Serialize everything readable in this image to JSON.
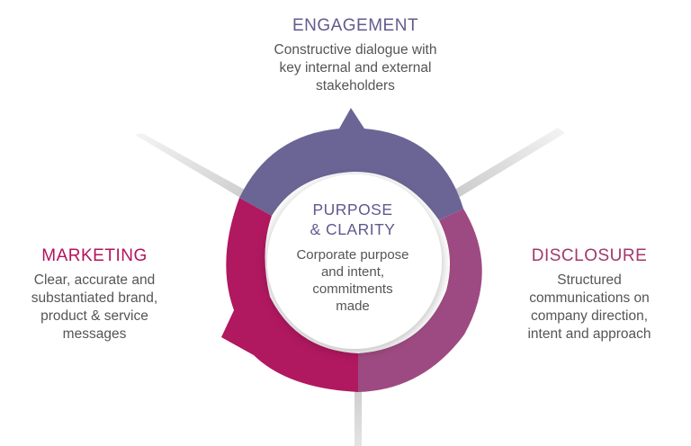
{
  "colors": {
    "engagement": "#6b6596",
    "marketing": "#b0185f",
    "disclosure": "#9e4a82",
    "center_title": "#5e5a8e",
    "body_text": "#555555"
  },
  "center": {
    "title": "PURPOSE\n& CLARITY",
    "text": "Corporate purpose\nand intent,\ncommitments\nmade"
  },
  "segments": {
    "engagement": {
      "heading": "ENGAGEMENT",
      "text": "Constructive dialogue with\nkey internal and external\nstakeholders"
    },
    "marketing": {
      "heading": "MARKETING",
      "text": "Clear, accurate and\nsubstantiated brand,\nproduct & service\nmessages"
    },
    "disclosure": {
      "heading": "DISCLOSURE",
      "text": "Structured\ncommunications on\ncompany direction,\nintent and approach"
    }
  }
}
